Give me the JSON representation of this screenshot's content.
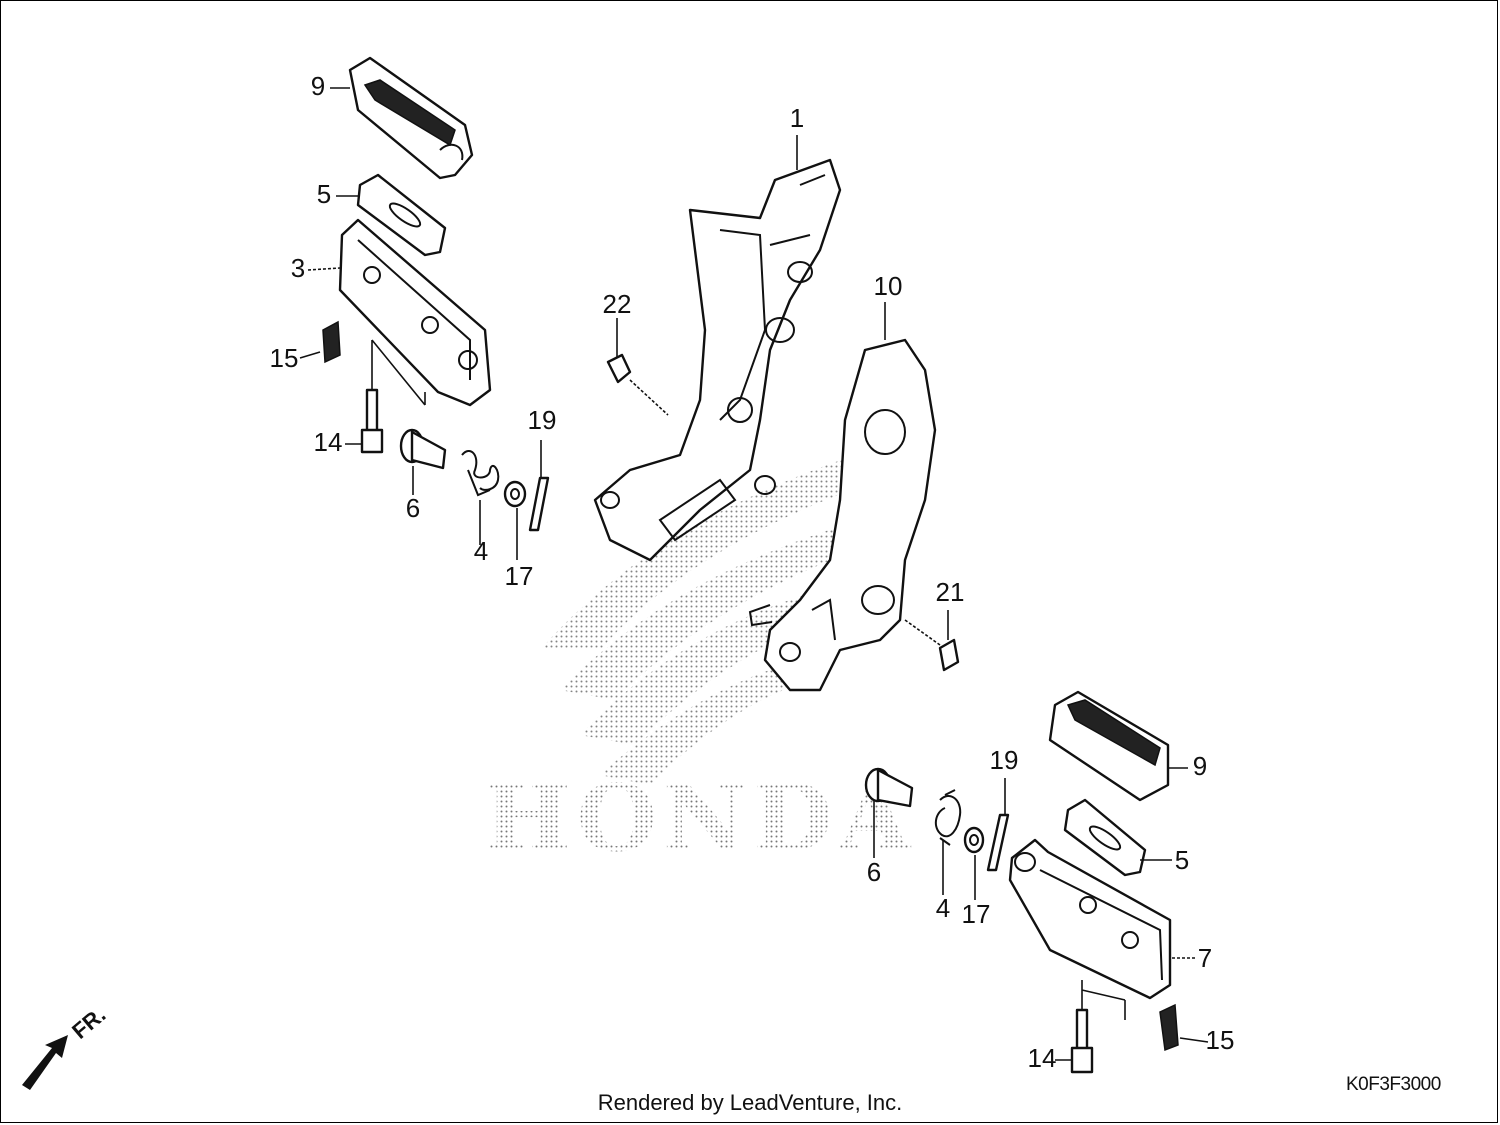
{
  "diagram": {
    "watermark": "HONDA",
    "direction_label": "FR.",
    "callouts": {
      "c1": "1",
      "c3": "3",
      "c4a": "4",
      "c4b": "4",
      "c5a": "5",
      "c5b": "5",
      "c6a": "6",
      "c6b": "6",
      "c7": "7",
      "c9a": "9",
      "c9b": "9",
      "c10": "10",
      "c14a": "14",
      "c14b": "14",
      "c15a": "15",
      "c15b": "15",
      "c17a": "17",
      "c17b": "17",
      "c19a": "19",
      "c19b": "19",
      "c21": "21",
      "c22": "22"
    }
  },
  "footer": {
    "rendered_by": "Rendered by LeadVenture, Inc.",
    "diagram_code": "K0F3F3000"
  }
}
